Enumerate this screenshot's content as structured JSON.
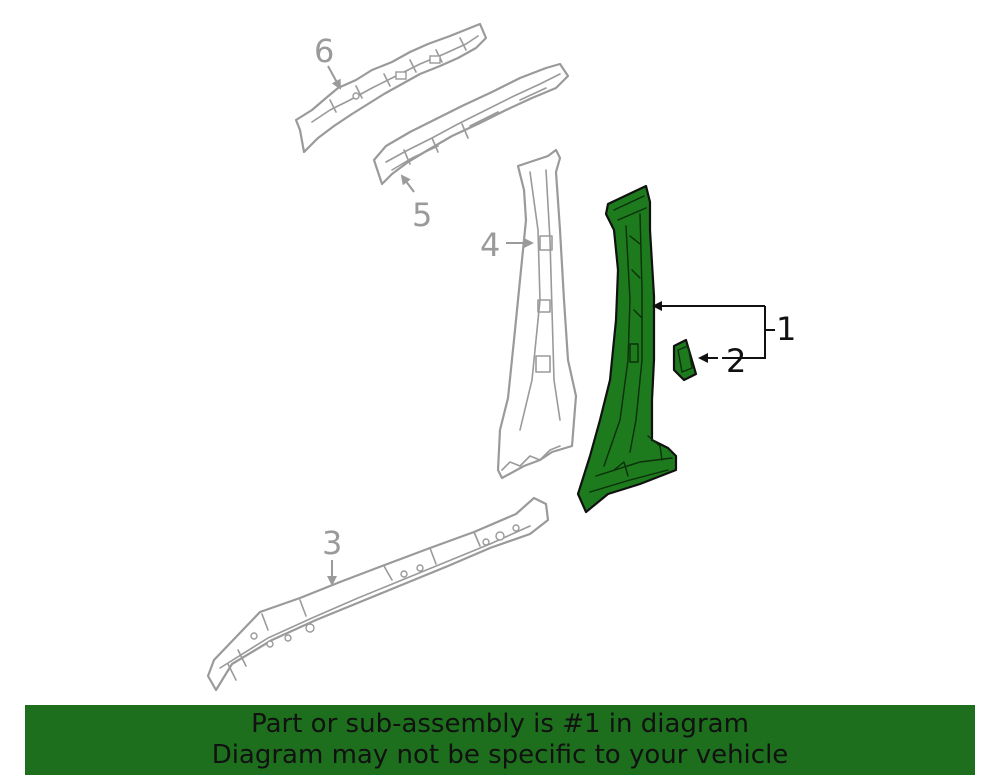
{
  "callouts": {
    "part1": "1",
    "part2": "2",
    "part3": "3",
    "part4": "4",
    "part5": "5",
    "part6": "6"
  },
  "banner": {
    "line1": "Part or sub-assembly is #1 in diagram",
    "line2": "Diagram may not be specific to your vehicle"
  },
  "colors": {
    "highlight": "#1d7a1d",
    "banner": "#1d6f1d",
    "unhighlighted_parts": "#9a9a9a"
  }
}
